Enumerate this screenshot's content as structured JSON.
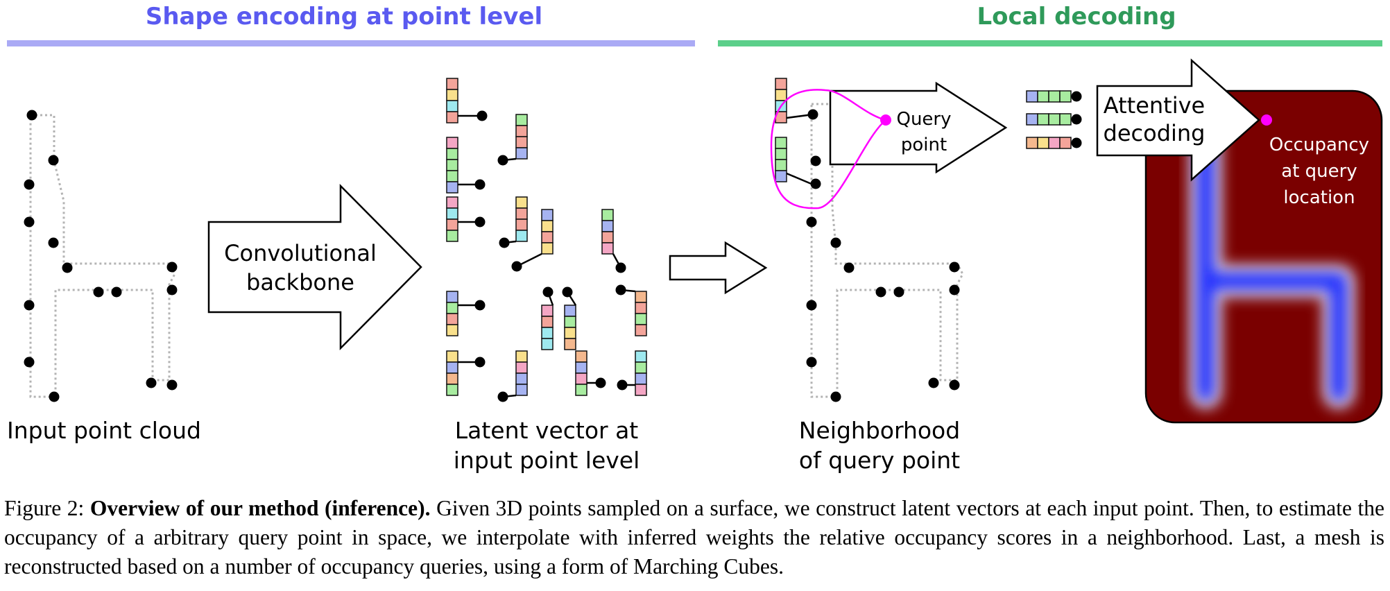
{
  "sections": {
    "encoding_title": "Shape encoding at point level",
    "decoding_title": "Local decoding"
  },
  "labels": {
    "input_cloud": "Input point cloud",
    "backbone_line1": "Convolutional",
    "backbone_line2": "backbone",
    "latent_line1": "Latent vector at",
    "latent_line2": "input point level",
    "neighborhood_line1": "Neighborhood",
    "neighborhood_line2": "of query point",
    "query_line1": "Query",
    "query_line2": "point",
    "attentive_line1": "Attentive",
    "attentive_line2": "decoding",
    "occupancy_line1": "Occupancy",
    "occupancy_line2": "at query",
    "occupancy_line3": "location"
  },
  "caption": {
    "prefix": "Figure 2: ",
    "bold": "Overview of our method (inference).",
    "text": " Given 3D points sampled on a surface, we construct latent vectors at each input point. Then, to estimate the occupancy of a arbitrary query point in space, we interpolate with inferred weights the relative occupancy scores in a neighborhood. Last, a mesh is reconstructed based on a number of occupancy queries, using a form of Marching Cubes."
  },
  "colors": {
    "encoding_accent": "#5a5af0",
    "encoding_bar": "#aaaaf5",
    "decoding_accent": "#2f9a5a",
    "decoding_bar": "#5ccf8a",
    "query_magenta": "#ff00ff",
    "occupancy_bg": "#7a0000",
    "occupancy_shape": "#2030ff",
    "cell_pink": "#f4a6c4",
    "cell_yellow": "#f9e08c",
    "cell_cyan": "#9ee9ef",
    "cell_peach": "#f4b88e",
    "cell_green": "#a8eca0",
    "cell_blue": "#a6b3f1",
    "cell_salmon": "#f3a49a"
  },
  "icons": [
    "right-arrow-icon",
    "point-icon",
    "latent-vector-icon"
  ]
}
